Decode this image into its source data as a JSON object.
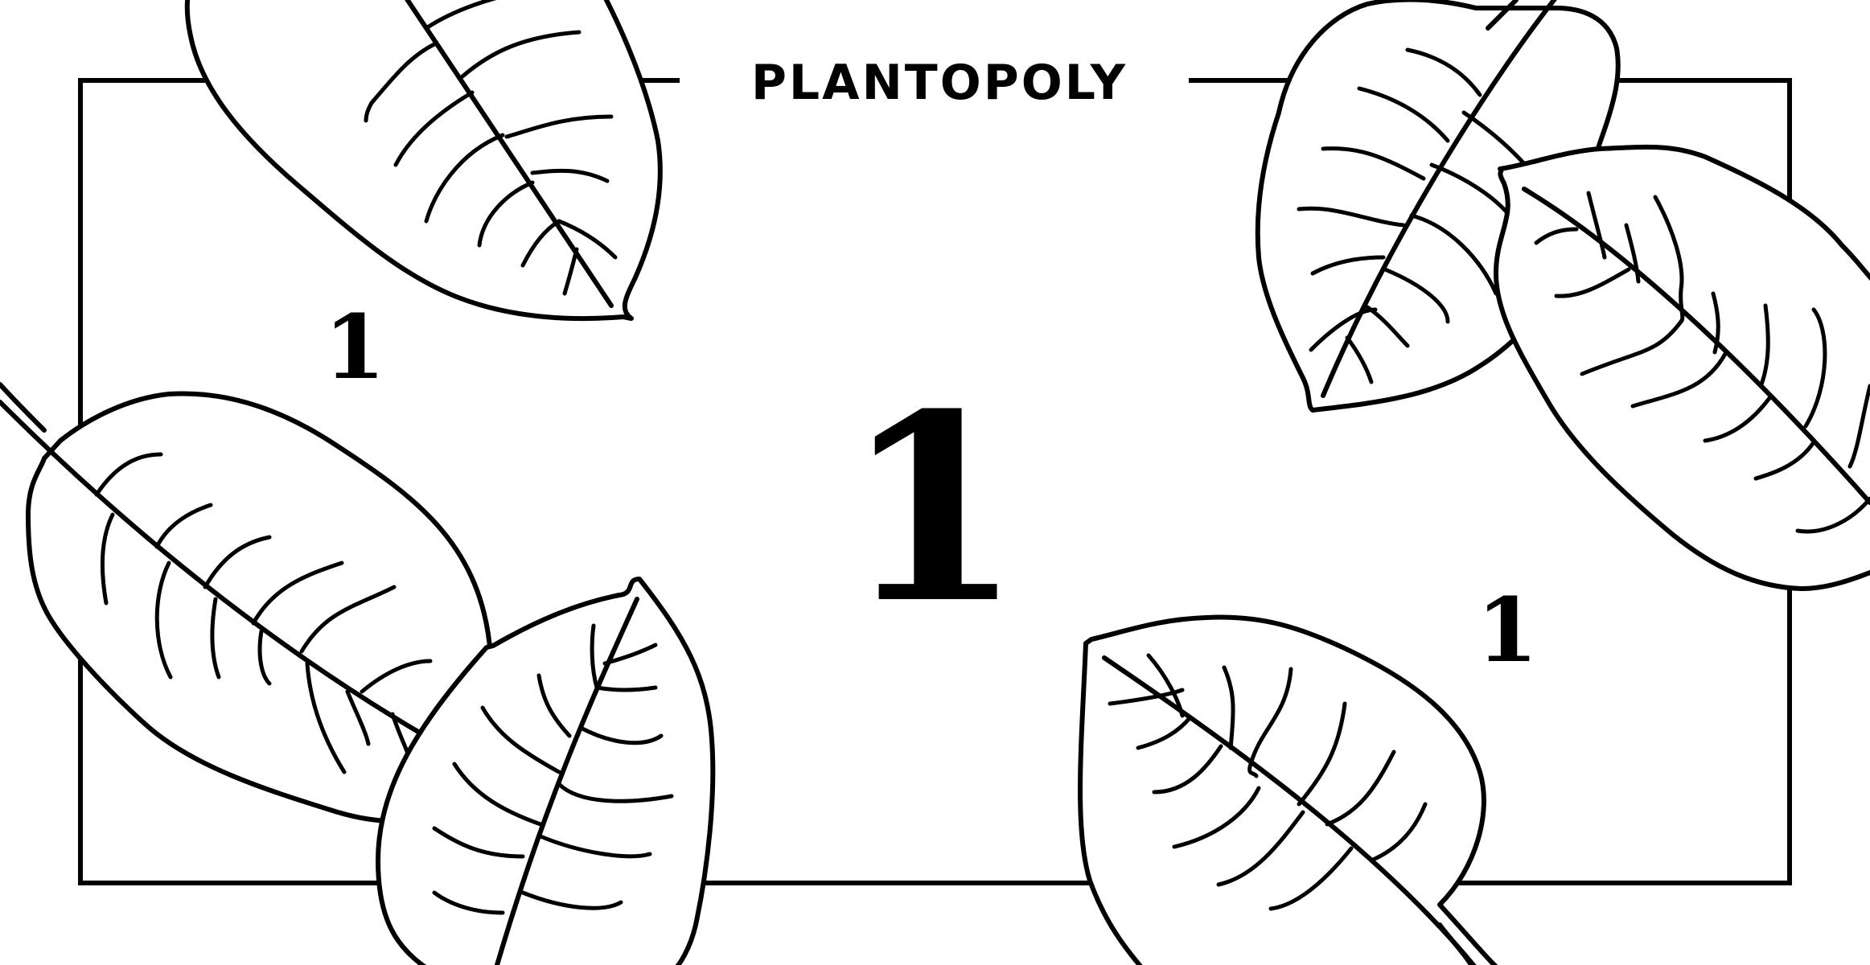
{
  "banknote": {
    "title": "PLANTOPOLY",
    "value_center": "1",
    "value_top_left": "1",
    "value_bottom_right": "1",
    "ink_color": "#000000",
    "paper_color": "#ffffff",
    "decoration_icon": "leaf-icon"
  }
}
